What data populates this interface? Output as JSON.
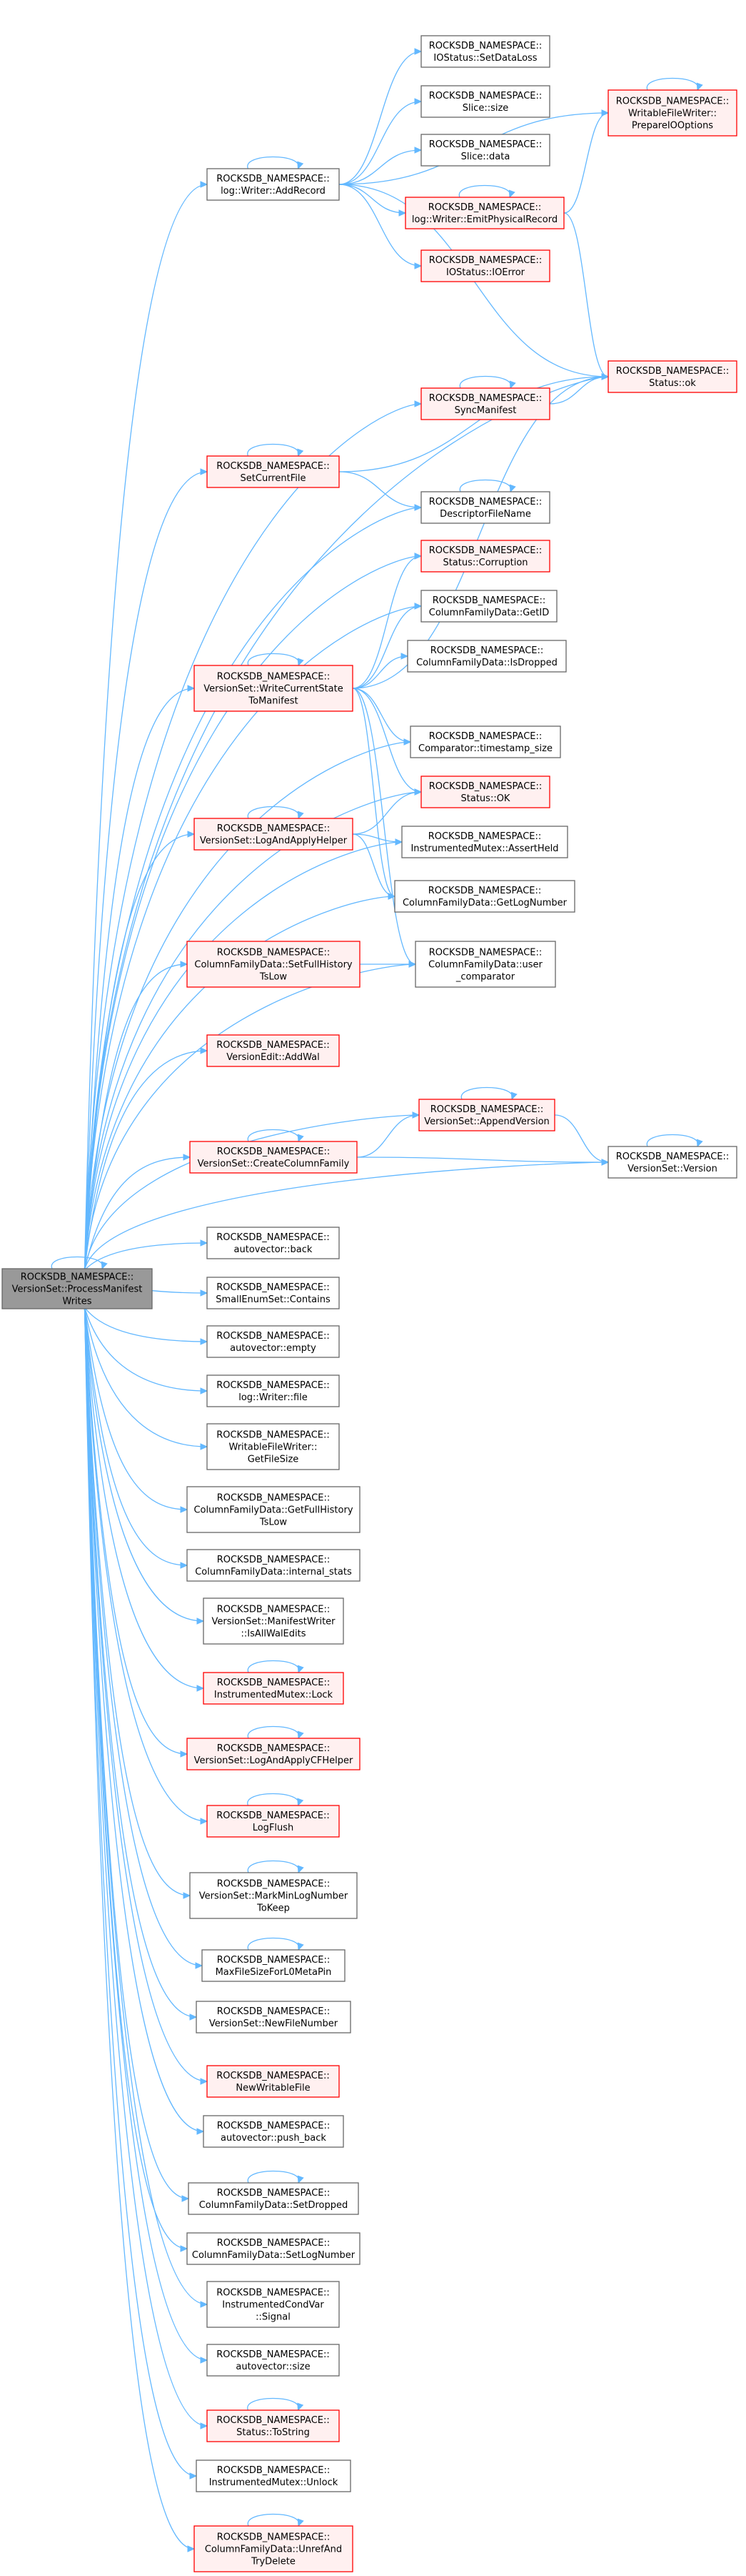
{
  "graph": {
    "colors": {
      "edge": "#63b8ff",
      "root_fill": "#999999",
      "root_border": "#666666",
      "normal_border": "#666666",
      "normal_fill": "#ffffff",
      "undocumented_border": "#ff0000",
      "undocumented_fill": "#fff0f0"
    },
    "nodes": [
      {
        "id": "root",
        "style": "root",
        "lines": [
          "ROCKSDB_NAMESPACE::",
          "VersionSet::ProcessManifest",
          "Writes"
        ]
      },
      {
        "id": "addrecord",
        "style": "normal",
        "lines": [
          "ROCKSDB_NAMESPACE::",
          "log::Writer::AddRecord"
        ]
      },
      {
        "id": "setdataloss",
        "style": "normal",
        "lines": [
          "ROCKSDB_NAMESPACE::",
          "IOStatus::SetDataLoss"
        ]
      },
      {
        "id": "slicesize",
        "style": "normal",
        "lines": [
          "ROCKSDB_NAMESPACE::",
          "Slice::size"
        ]
      },
      {
        "id": "slicedata",
        "style": "normal",
        "lines": [
          "ROCKSDB_NAMESPACE::",
          "Slice::data"
        ]
      },
      {
        "id": "emitphys",
        "style": "red",
        "lines": [
          "ROCKSDB_NAMESPACE::",
          "log::Writer::EmitPhysicalRecord"
        ]
      },
      {
        "id": "ioerror",
        "style": "red",
        "lines": [
          "ROCKSDB_NAMESPACE::",
          "IOStatus::IOError"
        ]
      },
      {
        "id": "prepareio",
        "style": "red",
        "lines": [
          "ROCKSDB_NAMESPACE::",
          "WritableFileWriter::",
          "PrepareIOOptions"
        ]
      },
      {
        "id": "statusok",
        "style": "red",
        "lines": [
          "ROCKSDB_NAMESPACE::",
          "Status::ok"
        ]
      },
      {
        "id": "syncmanifest",
        "style": "red",
        "lines": [
          "ROCKSDB_NAMESPACE::",
          "SyncManifest"
        ]
      },
      {
        "id": "setcurrentfile",
        "style": "red",
        "lines": [
          "ROCKSDB_NAMESPACE::",
          "SetCurrentFile"
        ]
      },
      {
        "id": "descriptorfilename",
        "style": "normal",
        "lines": [
          "ROCKSDB_NAMESPACE::",
          "DescriptorFileName"
        ]
      },
      {
        "id": "corruption",
        "style": "red",
        "lines": [
          "ROCKSDB_NAMESPACE::",
          "Status::Corruption"
        ]
      },
      {
        "id": "getid",
        "style": "normal",
        "lines": [
          "ROCKSDB_NAMESPACE::",
          "ColumnFamilyData::GetID"
        ]
      },
      {
        "id": "writecurrentstate",
        "style": "red",
        "lines": [
          "ROCKSDB_NAMESPACE::",
          "VersionSet::WriteCurrentState",
          "ToManifest"
        ]
      },
      {
        "id": "isdropped",
        "style": "normal",
        "lines": [
          "ROCKSDB_NAMESPACE::",
          "ColumnFamilyData::IsDropped"
        ]
      },
      {
        "id": "timestampsize",
        "style": "normal",
        "lines": [
          "ROCKSDB_NAMESPACE::",
          "Comparator::timestamp_size"
        ]
      },
      {
        "id": "statusOK",
        "style": "red",
        "lines": [
          "ROCKSDB_NAMESPACE::",
          "Status::OK"
        ]
      },
      {
        "id": "logandapply",
        "style": "red",
        "lines": [
          "ROCKSDB_NAMESPACE::",
          "VersionSet::LogAndApplyHelper"
        ]
      },
      {
        "id": "assertheld",
        "style": "normal",
        "lines": [
          "ROCKSDB_NAMESPACE::",
          "InstrumentedMutex::AssertHeld"
        ]
      },
      {
        "id": "getlognumber",
        "style": "normal",
        "lines": [
          "ROCKSDB_NAMESPACE::",
          "ColumnFamilyData::GetLogNumber"
        ]
      },
      {
        "id": "setfullhistory",
        "style": "red",
        "lines": [
          "ROCKSDB_NAMESPACE::",
          "ColumnFamilyData::SetFullHistory",
          "TsLow"
        ]
      },
      {
        "id": "usercomparator",
        "style": "normal",
        "lines": [
          "ROCKSDB_NAMESPACE::",
          "ColumnFamilyData::user",
          "_comparator"
        ]
      },
      {
        "id": "addwal",
        "style": "red",
        "lines": [
          "ROCKSDB_NAMESPACE::",
          "VersionEdit::AddWal"
        ]
      },
      {
        "id": "appendversion",
        "style": "red",
        "lines": [
          "ROCKSDB_NAMESPACE::",
          "VersionSet::AppendVersion"
        ]
      },
      {
        "id": "createcf",
        "style": "red",
        "lines": [
          "ROCKSDB_NAMESPACE::",
          "VersionSet::CreateColumnFamily"
        ]
      },
      {
        "id": "version",
        "style": "normal",
        "lines": [
          "ROCKSDB_NAMESPACE::",
          "VersionSet::Version"
        ]
      },
      {
        "id": "autovecback",
        "style": "normal",
        "lines": [
          "ROCKSDB_NAMESPACE::",
          "autovector::back"
        ]
      },
      {
        "id": "contains",
        "style": "normal",
        "lines": [
          "ROCKSDB_NAMESPACE::",
          "SmallEnumSet::Contains"
        ]
      },
      {
        "id": "autovecempty",
        "style": "normal",
        "lines": [
          "ROCKSDB_NAMESPACE::",
          "autovector::empty"
        ]
      },
      {
        "id": "writerfile",
        "style": "normal",
        "lines": [
          "ROCKSDB_NAMESPACE::",
          "log::Writer::file"
        ]
      },
      {
        "id": "getfilesize",
        "style": "normal",
        "lines": [
          "ROCKSDB_NAMESPACE::",
          "WritableFileWriter::",
          "GetFileSize"
        ]
      },
      {
        "id": "getfullhistory",
        "style": "normal",
        "lines": [
          "ROCKSDB_NAMESPACE::",
          "ColumnFamilyData::GetFullHistory",
          "TsLow"
        ]
      },
      {
        "id": "internalstats",
        "style": "normal",
        "lines": [
          "ROCKSDB_NAMESPACE::",
          "ColumnFamilyData::internal_stats"
        ]
      },
      {
        "id": "isallwal",
        "style": "normal",
        "lines": [
          "ROCKSDB_NAMESPACE::",
          "VersionSet::ManifestWriter",
          "::IsAllWalEdits"
        ]
      },
      {
        "id": "lock",
        "style": "red",
        "lines": [
          "ROCKSDB_NAMESPACE::",
          "InstrumentedMutex::Lock"
        ]
      },
      {
        "id": "logandapplycf",
        "style": "red",
        "lines": [
          "ROCKSDB_NAMESPACE::",
          "VersionSet::LogAndApplyCFHelper"
        ]
      },
      {
        "id": "logflush",
        "style": "red",
        "lines": [
          "ROCKSDB_NAMESPACE::",
          "LogFlush"
        ]
      },
      {
        "id": "markminlog",
        "style": "normal",
        "lines": [
          "ROCKSDB_NAMESPACE::",
          "VersionSet::MarkMinLogNumber",
          "ToKeep"
        ]
      },
      {
        "id": "maxfilesize",
        "style": "normal",
        "lines": [
          "ROCKSDB_NAMESPACE::",
          "MaxFileSizeForL0MetaPin"
        ]
      },
      {
        "id": "newfilenumber",
        "style": "normal",
        "lines": [
          "ROCKSDB_NAMESPACE::",
          "VersionSet::NewFileNumber"
        ]
      },
      {
        "id": "newwritablefile",
        "style": "red",
        "lines": [
          "ROCKSDB_NAMESPACE::",
          "NewWritableFile"
        ]
      },
      {
        "id": "pushback",
        "style": "normal",
        "lines": [
          "ROCKSDB_NAMESPACE::",
          "autovector::push_back"
        ]
      },
      {
        "id": "setdropped",
        "style": "normal",
        "lines": [
          "ROCKSDB_NAMESPACE::",
          "ColumnFamilyData::SetDropped"
        ]
      },
      {
        "id": "setlognumber",
        "style": "normal",
        "lines": [
          "ROCKSDB_NAMESPACE::",
          "ColumnFamilyData::SetLogNumber"
        ]
      },
      {
        "id": "signal",
        "style": "normal",
        "lines": [
          "ROCKSDB_NAMESPACE::",
          "InstrumentedCondVar",
          "::Signal"
        ]
      },
      {
        "id": "autovecsize",
        "style": "normal",
        "lines": [
          "ROCKSDB_NAMESPACE::",
          "autovector::size"
        ]
      },
      {
        "id": "tostring",
        "style": "red",
        "lines": [
          "ROCKSDB_NAMESPACE::",
          "Status::ToString"
        ]
      },
      {
        "id": "unlock",
        "style": "normal",
        "lines": [
          "ROCKSDB_NAMESPACE::",
          "InstrumentedMutex::Unlock"
        ]
      },
      {
        "id": "unref",
        "style": "red",
        "lines": [
          "ROCKSDB_NAMESPACE::",
          "ColumnFamilyData::UnrefAnd",
          "TryDelete"
        ]
      }
    ],
    "self_loops": [
      "root",
      "addrecord",
      "prepareio",
      "syncmanifest",
      "setcurrentfile",
      "descriptorfilename",
      "emitphys",
      "writecurrentstate",
      "logandapply",
      "appendversion",
      "createcf",
      "version",
      "lock",
      "logandapplycf",
      "logflush",
      "markminlog",
      "maxfilesize",
      "setdropped",
      "tostring",
      "unref"
    ],
    "edges": [
      [
        "root",
        "addrecord"
      ],
      [
        "root",
        "statusok"
      ],
      [
        "root",
        "syncmanifest"
      ],
      [
        "root",
        "setcurrentfile"
      ],
      [
        "root",
        "descriptorfilename"
      ],
      [
        "root",
        "corruption"
      ],
      [
        "root",
        "getid"
      ],
      [
        "root",
        "writecurrentstate"
      ],
      [
        "root",
        "timestampsize"
      ],
      [
        "root",
        "statusOK"
      ],
      [
        "root",
        "logandapply"
      ],
      [
        "root",
        "assertheld"
      ],
      [
        "root",
        "getlognumber"
      ],
      [
        "root",
        "setfullhistory"
      ],
      [
        "root",
        "usercomparator"
      ],
      [
        "root",
        "addwal"
      ],
      [
        "root",
        "appendversion"
      ],
      [
        "root",
        "createcf"
      ],
      [
        "root",
        "version"
      ],
      [
        "root",
        "autovecback"
      ],
      [
        "root",
        "contains"
      ],
      [
        "root",
        "autovecempty"
      ],
      [
        "root",
        "writerfile"
      ],
      [
        "root",
        "getfilesize"
      ],
      [
        "root",
        "getfullhistory"
      ],
      [
        "root",
        "internalstats"
      ],
      [
        "root",
        "isallwal"
      ],
      [
        "root",
        "lock"
      ],
      [
        "root",
        "logandapplycf"
      ],
      [
        "root",
        "logflush"
      ],
      [
        "root",
        "markminlog"
      ],
      [
        "root",
        "maxfilesize"
      ],
      [
        "root",
        "newfilenumber"
      ],
      [
        "root",
        "newwritablefile"
      ],
      [
        "root",
        "pushback"
      ],
      [
        "root",
        "setdropped"
      ],
      [
        "root",
        "setlognumber"
      ],
      [
        "root",
        "signal"
      ],
      [
        "root",
        "autovecsize"
      ],
      [
        "root",
        "tostring"
      ],
      [
        "root",
        "unlock"
      ],
      [
        "root",
        "unref"
      ],
      [
        "addrecord",
        "setdataloss"
      ],
      [
        "addrecord",
        "slicesize"
      ],
      [
        "addrecord",
        "slicedata"
      ],
      [
        "addrecord",
        "emitphys"
      ],
      [
        "addrecord",
        "ioerror"
      ],
      [
        "addrecord",
        "prepareio"
      ],
      [
        "addrecord",
        "statusok"
      ],
      [
        "emitphys",
        "prepareio"
      ],
      [
        "emitphys",
        "statusok"
      ],
      [
        "syncmanifest",
        "statusok"
      ],
      [
        "setcurrentfile",
        "descriptorfilename"
      ],
      [
        "setcurrentfile",
        "statusok"
      ],
      [
        "writecurrentstate",
        "corruption"
      ],
      [
        "writecurrentstate",
        "getid"
      ],
      [
        "writecurrentstate",
        "isdropped"
      ],
      [
        "writecurrentstate",
        "timestampsize"
      ],
      [
        "writecurrentstate",
        "statusOK"
      ],
      [
        "writecurrentstate",
        "statusok"
      ],
      [
        "writecurrentstate",
        "getlognumber"
      ],
      [
        "writecurrentstate",
        "usercomparator"
      ],
      [
        "logandapply",
        "statusOK"
      ],
      [
        "logandapply",
        "assertheld"
      ],
      [
        "logandapply",
        "getlognumber"
      ],
      [
        "setfullhistory",
        "usercomparator"
      ],
      [
        "createcf",
        "appendversion"
      ],
      [
        "createcf",
        "version"
      ],
      [
        "appendversion",
        "version"
      ]
    ]
  }
}
